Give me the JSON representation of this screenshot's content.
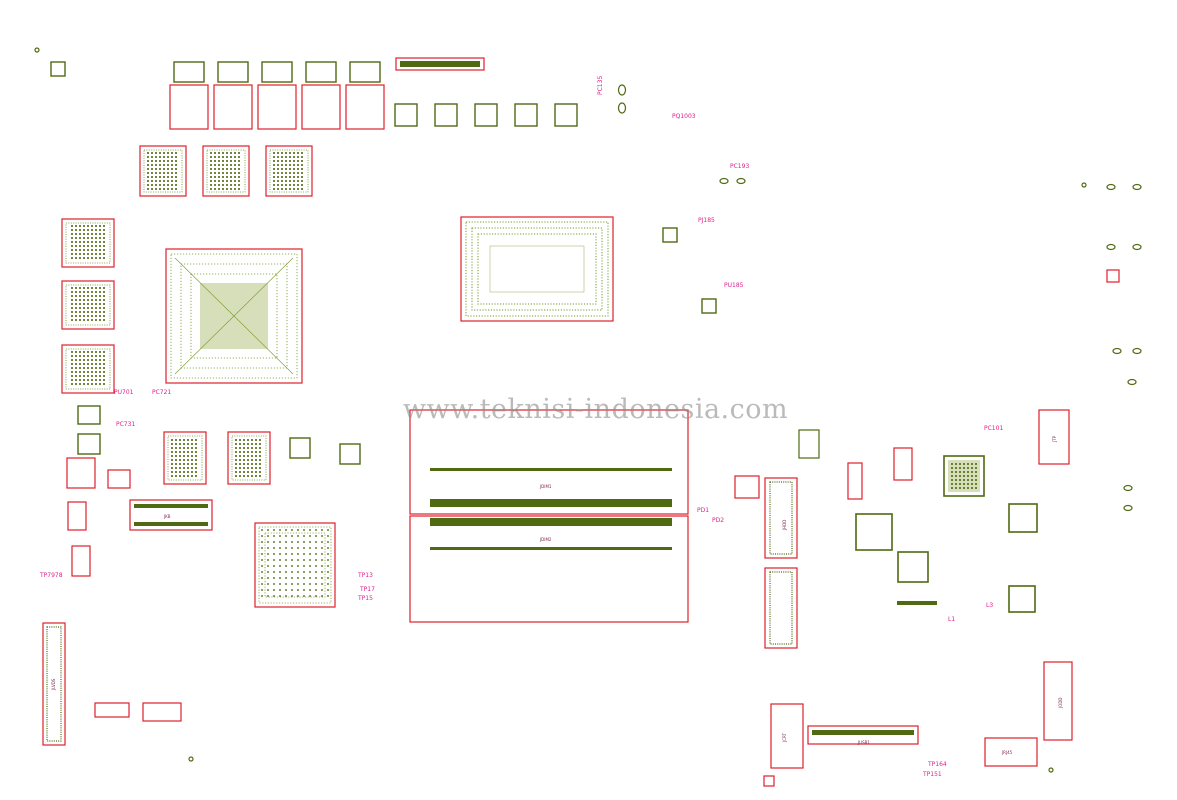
{
  "watermark": "www.teknisi-indonesia.com",
  "colors": {
    "outline": "#e0202a",
    "pad": "#4f6a12",
    "label": "#e0208c",
    "background": "#ffffff"
  },
  "labels": {
    "pc193": "PC193",
    "pc135": "PC135",
    "pc721": "PC721",
    "pc731": "PC731",
    "pq1003": "PQ1003",
    "pj185": "PJ185",
    "pu185": "PU185",
    "pc101": "PC101",
    "pd1": "PD1",
    "pd2": "PD2",
    "pu701": "PU701",
    "tp7978": "TP7978",
    "tp13": "TP13",
    "tp15": "TP15",
    "tp17": "TP17",
    "tp164": "TP164",
    "tp151": "TP151",
    "l1": "L1",
    "l3": "L3",
    "jdim1": "JDIM1",
    "jdim2": "JDIM2",
    "jlvds": "JLVDS",
    "jhdd": "JHDD",
    "jkb": "JKB",
    "jtp": "JTP",
    "jodd": "JODD",
    "jusb1": "JUSB1",
    "jcrt": "JCRT",
    "jrj45": "JRJ45"
  }
}
